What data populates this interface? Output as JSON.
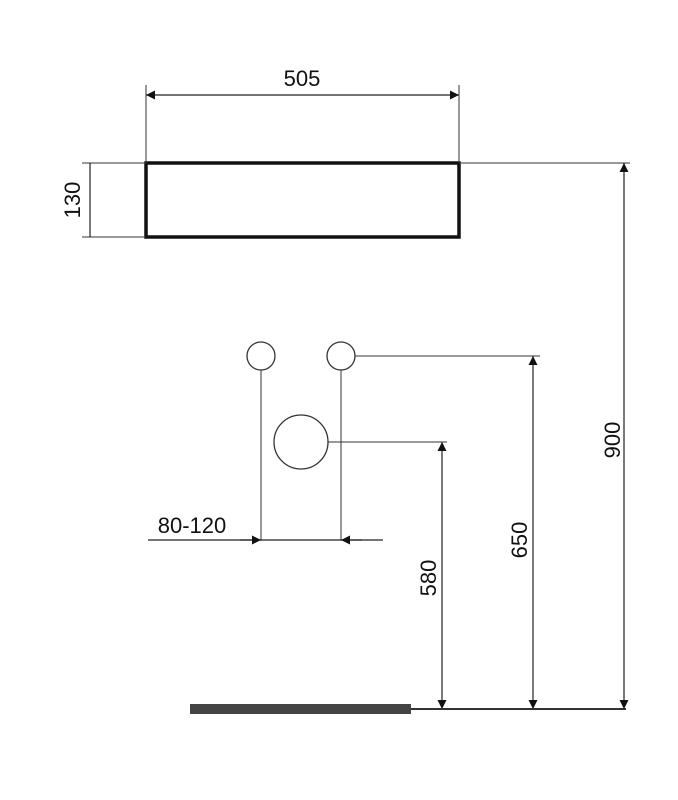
{
  "dimensions": {
    "width_top": "505",
    "height_basin": "130",
    "total_height": "900",
    "outlet_height": "650",
    "drain_height": "580",
    "outlet_spacing": "80-120"
  },
  "colors": {
    "line": "#222222",
    "floor": "#444444"
  }
}
